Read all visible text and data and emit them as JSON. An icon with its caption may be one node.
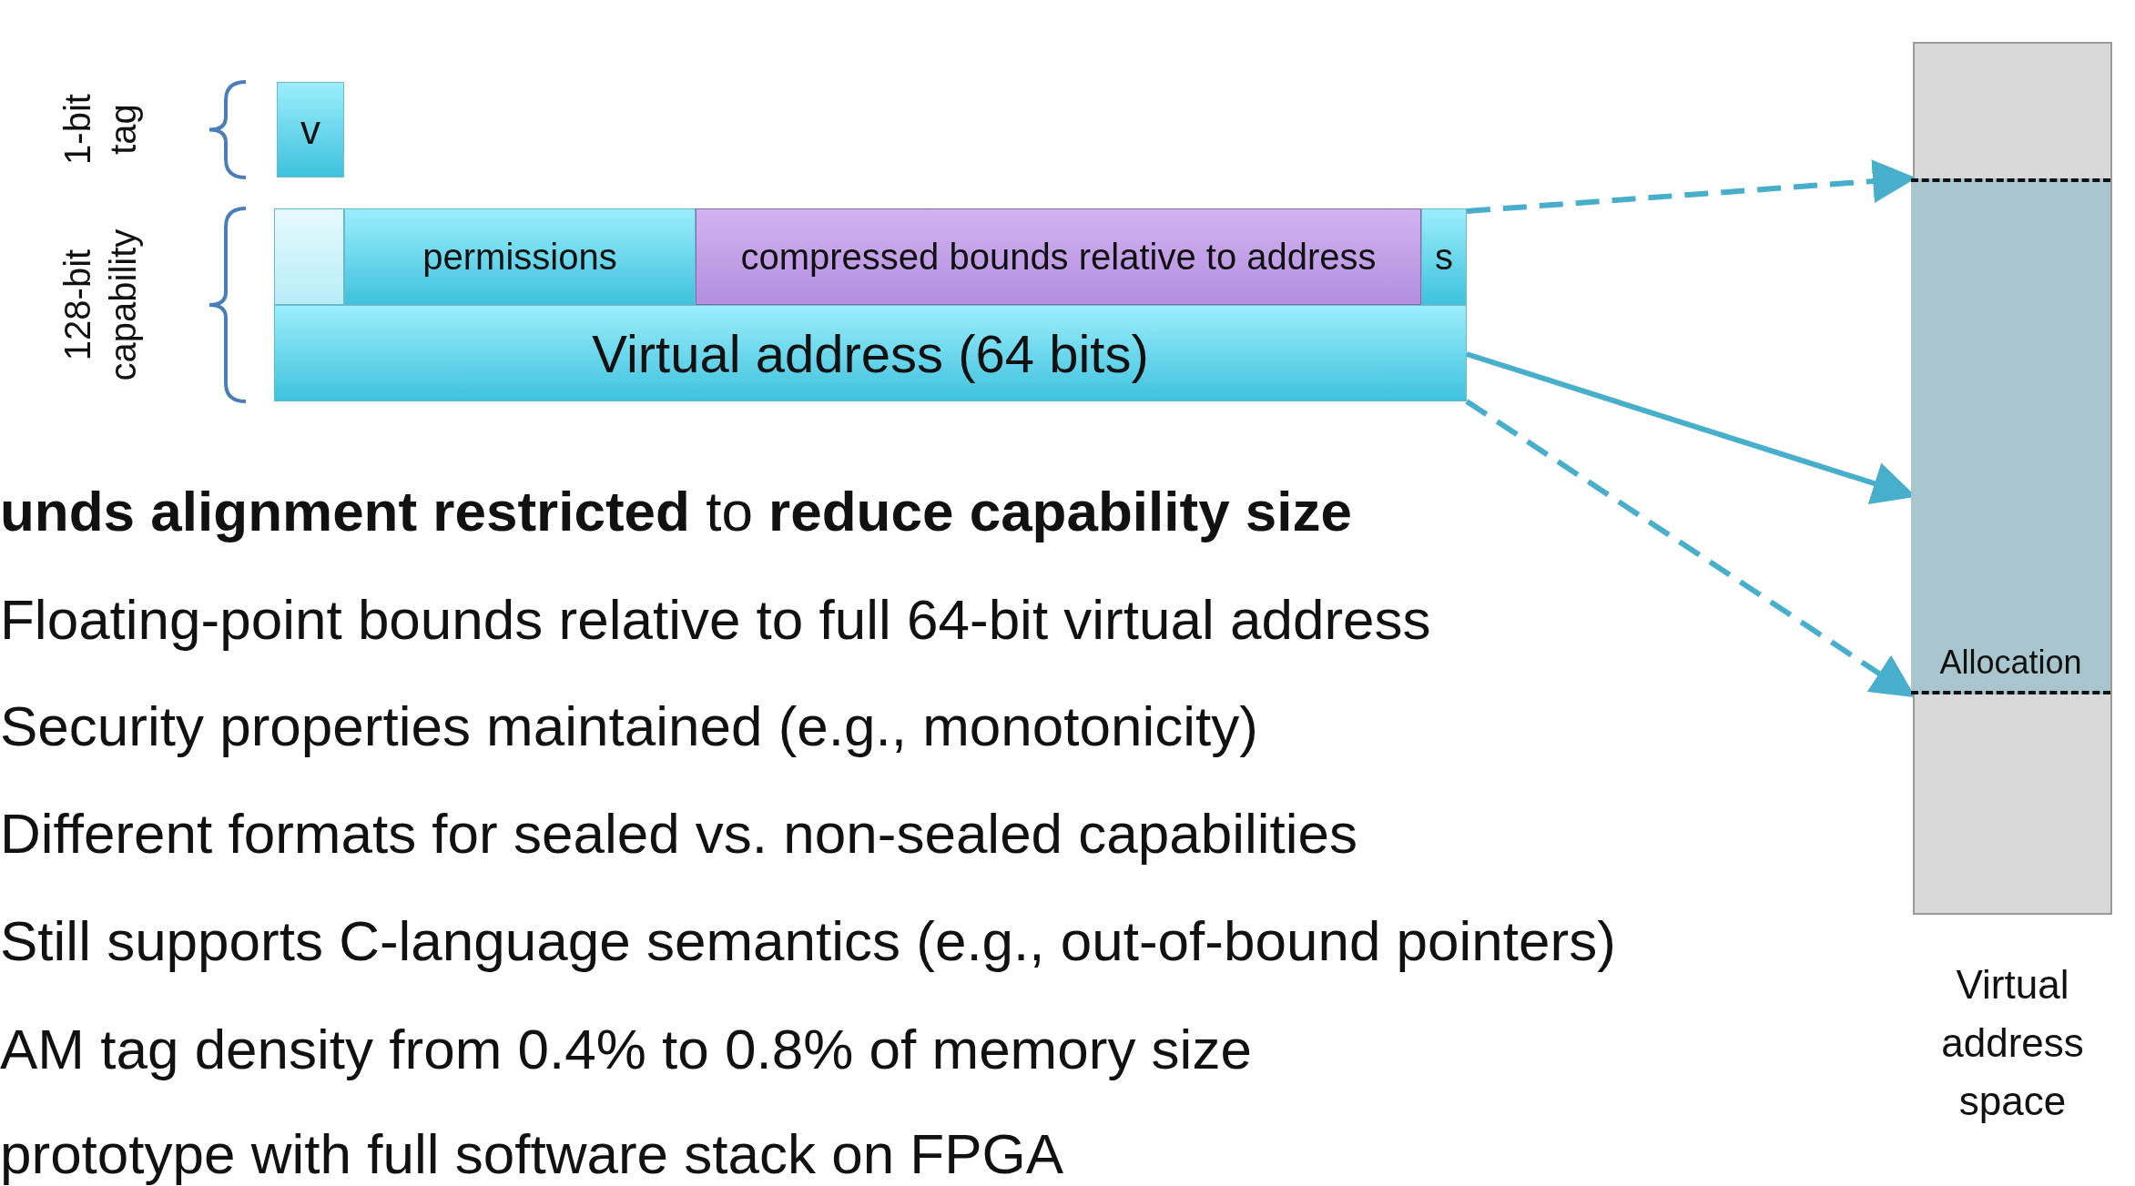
{
  "diagram": {
    "nodes": [
      {
        "text": [
          "v"
        ]
      },
      {
        "text": [],
        "shape": "box"
      },
      {
        "text": [
          "permissions"
        ]
      },
      {
        "text": [
          "compressed bounds relative to address"
        ]
      },
      {
        "text": [
          "s"
        ]
      },
      {
        "text": [
          "Virtual address (64 bits)"
        ]
      },
      {
        "text": [
          "Virtual address space"
        ]
      },
      {
        "text": [
          "Allocation"
        ],
        "in": 6
      }
    ],
    "edges": [
      {
        "from": 4,
        "to": 7,
        "arrow": "to",
        "style": "dashed"
      },
      {
        "from": 5,
        "to": 7,
        "arrow": "to"
      },
      {
        "from": 5,
        "to": 7,
        "arrow": "to",
        "style": "dashed"
      }
    ],
    "labels": [
      "1-bit tag",
      "128-bit capability",
      "**unds alignment restricted** to **reduce capability size**",
      "Floating-point bounds relative to full 64-bit virtual address",
      "Security properties maintained (e.g., monotonicity)",
      "Different formats for sealed vs. non-sealed capabilities",
      "Still supports C-language semantics (e.g., out-of-bound pointers)",
      "AM tag density from 0.4% to 0.8% of memory size",
      "prototype with full software stack on FPGA"
    ]
  }
}
